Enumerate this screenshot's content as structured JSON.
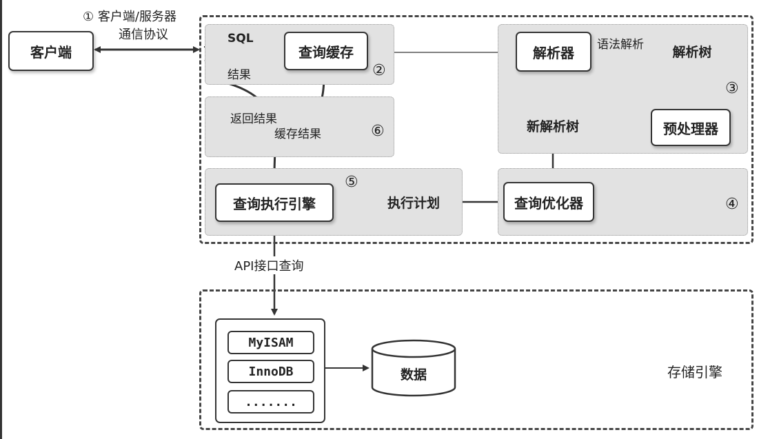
{
  "client": {
    "label": "客户端"
  },
  "protocol": {
    "marker": "①",
    "line1": "客户端/服务器",
    "line2": "通信协议"
  },
  "cache": {
    "label": "查询缓存",
    "sql_label": "SQL",
    "result_label": "结果",
    "marker": "②"
  },
  "parser": {
    "label": "解析器",
    "syntax_label": "语法解析",
    "tree_label": "解析树",
    "marker": "③"
  },
  "preprocessor": {
    "label": "预处理器",
    "new_tree_label": "新解析树"
  },
  "optimizer": {
    "label": "查询优化器",
    "marker": "④"
  },
  "execution": {
    "label": "查询执行引擎",
    "plan_label": "执行计划",
    "marker": "⑤"
  },
  "results": {
    "return_label": "返回结果",
    "cache_label": "缓存结果",
    "marker": "⑥"
  },
  "storage": {
    "api_label": "API接口查询",
    "engines": [
      "MyISAM",
      "InnoDB",
      "......."
    ],
    "data_label": "数据",
    "title": "存储引擎"
  },
  "colors": {
    "region_bg": "#e2e2e2",
    "border": "#333333",
    "doc_fill": "#8a8a8a"
  }
}
